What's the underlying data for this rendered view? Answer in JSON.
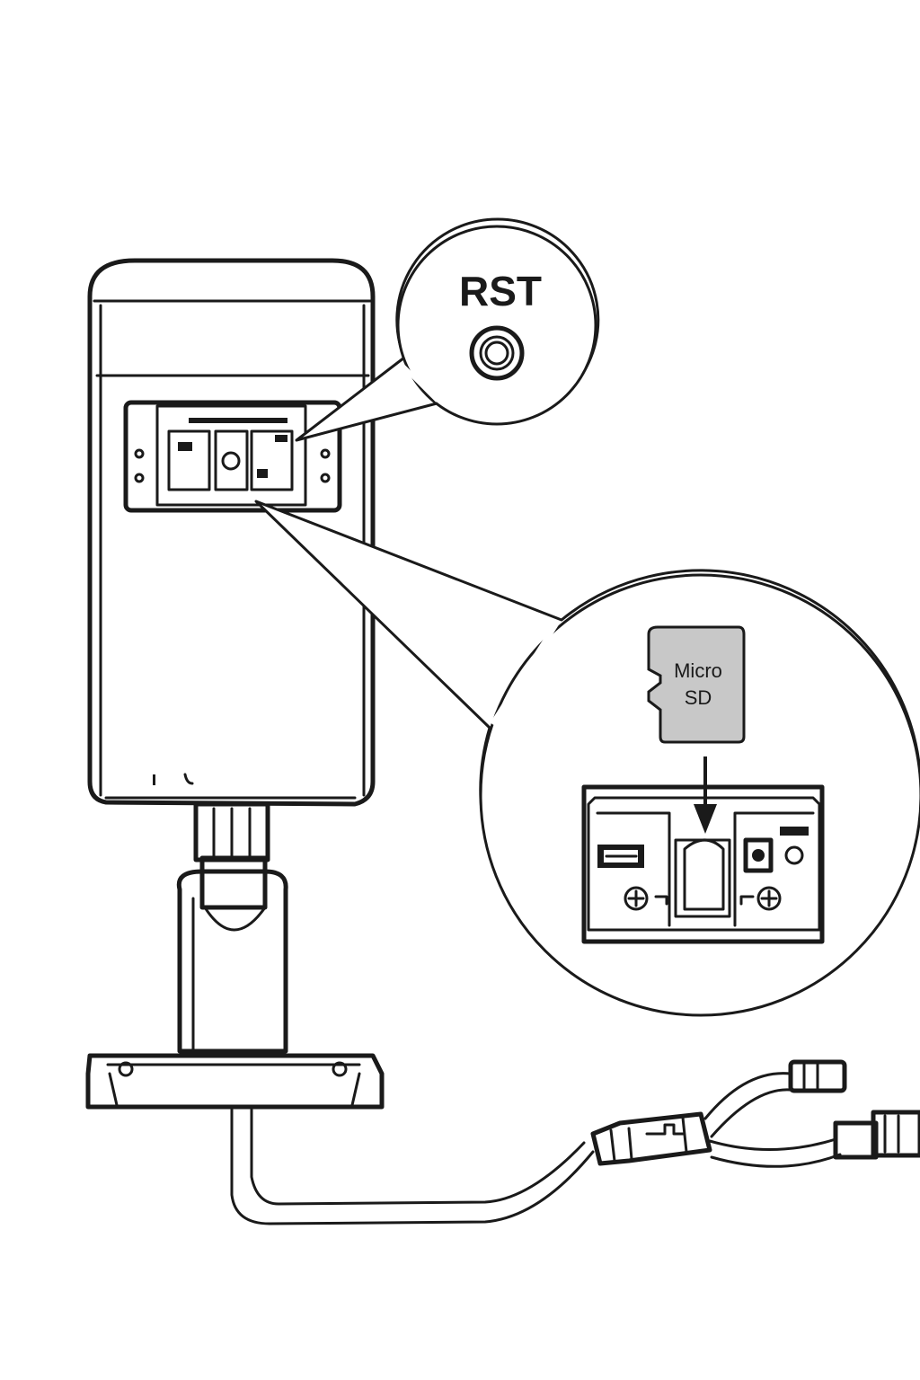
{
  "callout_reset": {
    "label": "RST",
    "icon": "reset-button-icon"
  },
  "callout_sd": {
    "card_label_line1": "Micro",
    "card_label_line2": "SD",
    "card_icon": "microsd-card-icon",
    "card_color": "#c8c8c8"
  },
  "colors": {
    "ink": "#1a1a1a",
    "background": "#ffffff"
  }
}
